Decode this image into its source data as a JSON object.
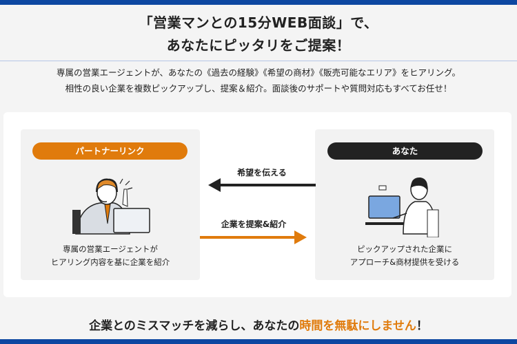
{
  "header": {
    "title_line1": "「営業マンとの15分WEB面談」で、",
    "title_line2": "あなたにピッタリをご提案！"
  },
  "description": {
    "line1": "専属の営業エージェントが、あなたの《過去の経験》《希望の商材》《販売可能なエリア》をヒアリング。",
    "line2": "相性の良い企業を複数ピックアップし、提案＆紹介。面談後のサポートや質問対応もすべてお任せ！"
  },
  "flow": {
    "left": {
      "label": "パートナーリンク",
      "caption_line1": "専属の営業エージェントが",
      "caption_line2": "ヒアリング内容を基に企業を紹介"
    },
    "right": {
      "label": "あなた",
      "caption_line1": "ピックアップされた企業に",
      "caption_line2": "アプローチ&商材提供を受ける"
    },
    "arrow_to_left": "希望を伝える",
    "arrow_to_right": "企業を提案&紹介"
  },
  "footer": {
    "text_plain": "企業とのミスマッチを減らし、あなたの",
    "text_highlight": "時間を無駄にしません",
    "text_end": "！"
  },
  "colors": {
    "brand_blue": "#0d47a1",
    "accent_orange": "#e07b0c",
    "dark": "#222222"
  }
}
